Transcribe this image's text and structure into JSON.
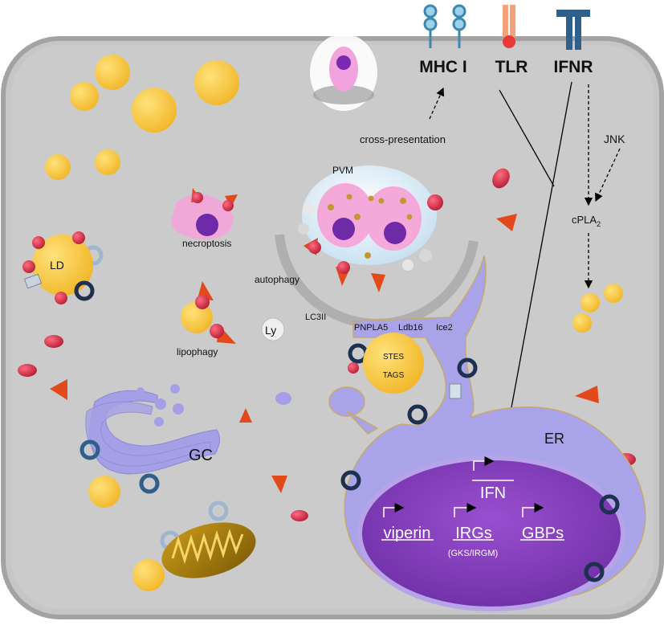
{
  "receptors": {
    "mhc": "MHC I",
    "tlr": "TLR",
    "ifnr": "IFNR"
  },
  "labels": {
    "cross_presentation": "cross-presentation",
    "jnk": "JNK",
    "cpla2": "cPLA",
    "cpla2_sub": "2",
    "pvm": "PVM",
    "necroptosis": "necroptosis",
    "ld": "LD",
    "autophagy": "autophagy",
    "lc3": "LC3II",
    "ly": "Ly",
    "lipophagy": "lipophagy",
    "pnpla5": "PNPLA5",
    "ldb16": "Ldb16",
    "ice2": "Ice2",
    "stes": "STES",
    "tags": "TAGS",
    "gc": "GC",
    "er": "ER"
  },
  "nucleus_genes": {
    "ifn": "IFN",
    "viperin": "viperin",
    "irgs": "IRGs",
    "irgs_sub": "(GKS/IRGM)",
    "gbps": "GBPs"
  },
  "colors": {
    "cell": "#c8c8c8",
    "cell_border": "#a9a9a9",
    "lipid": "#f5c23f",
    "organelle": "#a5a0e6",
    "nucleus": "#7a3db2",
    "parasite": "#f0a0d8",
    "effector": "#d43048",
    "triangle": "#e24a1c"
  }
}
